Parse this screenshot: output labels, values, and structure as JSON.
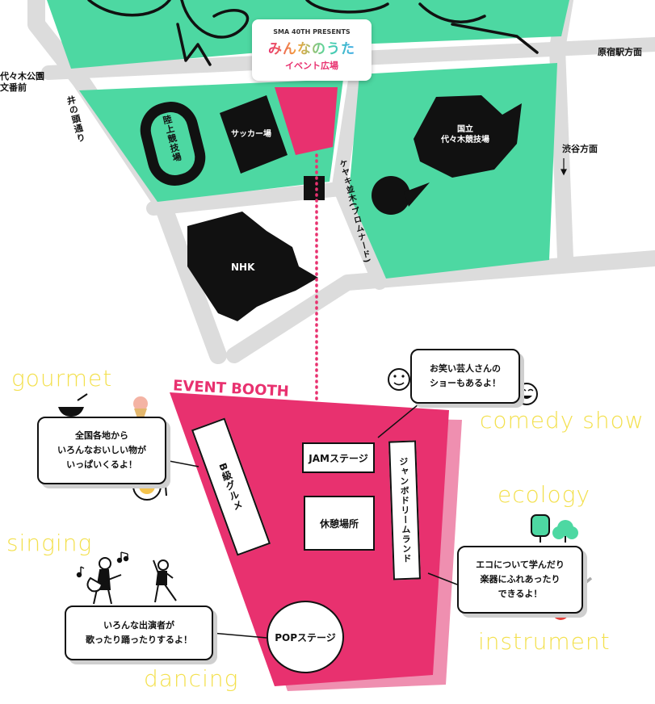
{
  "colors": {
    "park_green": "#4dd8a2",
    "road_gray": "#dcdcdc",
    "booth_pink": "#e8316f",
    "booth_pink_light": "#ef8fb0",
    "script_yellow": "#f3e04d",
    "building_black": "#111111"
  },
  "logo": {
    "presents": "SMA 40TH PRESENTS",
    "name": "みんなのうた",
    "subtitle": "イベント広場"
  },
  "map_labels": {
    "harajuku": "原宿駅方面",
    "shibuya": "渋谷方面",
    "yoyogi_park": "代々木公園\n文番前",
    "inokashira": "井の頭通り",
    "athletics": "陸上競技場",
    "soccer": "サッカー場",
    "stadium": "国立\n代々木競技場",
    "keyaki": "ケヤキ並木(プロムナード)",
    "nhk": "NHK",
    "event_booth": "EVENT BOOTH"
  },
  "booths": {
    "b_gourmet": "B級グルメ",
    "jam_stage": "JAMステージ",
    "rest_area": "休憩場所",
    "jumbo_dreamland": "ジャンボドリームランド",
    "pop_stage": "POPステージ"
  },
  "categories": {
    "gourmet": "gourmet",
    "comedy": "comedy show",
    "ecology": "ecology",
    "singing": "singing",
    "instrument": "instrument",
    "dancing": "dancing"
  },
  "bubbles": {
    "gourmet": "全国各地から\nいろんなおいしい物が\nいっぱいくるよ！",
    "comedy": "お笑い芸人さんの\nショーもあるよ！",
    "ecology": "エコについて学んだり\n楽器にふれあったり\nできるよ！",
    "singing": "いろんな出演者が\n歌ったり踊ったりするよ！"
  },
  "icons": [
    "bowl-icon",
    "ice-cream-icon",
    "food-plate-icon",
    "smiley-face-icon",
    "laughing-face-icon",
    "tree-icon",
    "electric-guitar-icon",
    "guitarist-icon",
    "dancer-icon",
    "music-note-icon",
    "arrow-down-icon"
  ]
}
